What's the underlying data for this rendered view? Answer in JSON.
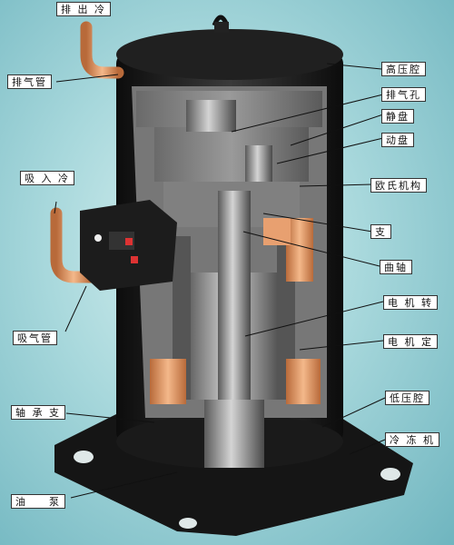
{
  "labels": {
    "discharge_port": "排 出 冷",
    "discharge_pipe": "排气管",
    "suction_port": "吸 入 冷",
    "suction_pipe": "吸气管",
    "bearing_support": "轴 承 支",
    "oil_pump": "油 　 泵",
    "high_pressure_chamber": "高压腔",
    "discharge_hole": "排气孔",
    "static_scroll": "静盘",
    "moving_scroll": "动盘",
    "oldham_mechanism": "欧氏机构",
    "support": "支",
    "crankshaft": "曲轴",
    "motor_rotor": "电 机 转",
    "motor_stator": "电 机 定",
    "low_pressure_chamber": "低压腔",
    "refrigerant_motor": "冷 冻 机"
  },
  "colors": {
    "background": "#a8d8dc",
    "shell": "#1a1a1a",
    "copper": "#e8a070",
    "steel": "#8c8c8c"
  }
}
